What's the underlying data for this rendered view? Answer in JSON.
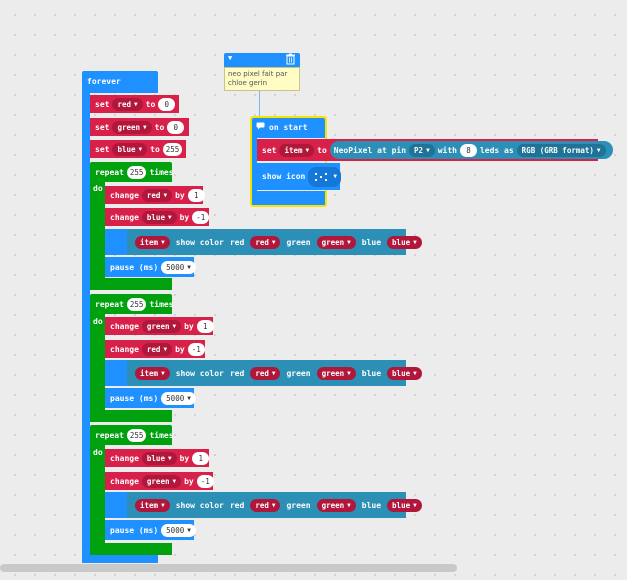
{
  "comment": {
    "text_line1": "neo pixel fait par",
    "text_line2": "chloe gerin",
    "trash_icon": "trash-icon",
    "collapse_icon": "chevron-down-icon"
  },
  "forever": {
    "label": "forever",
    "sets": [
      {
        "set": "set",
        "var": "red",
        "to": "to",
        "value": "0"
      },
      {
        "set": "set",
        "var": "green",
        "to": "to",
        "value": "0"
      },
      {
        "set": "set",
        "var": "blue",
        "to": "to",
        "value": "255"
      }
    ],
    "loops": [
      {
        "repeat": "repeat",
        "count": "255",
        "times": "times",
        "do": "do",
        "changes": [
          {
            "change": "change",
            "var": "red",
            "by": "by",
            "value": "1"
          },
          {
            "change": "change",
            "var": "blue",
            "by": "by",
            "value": "-1"
          }
        ],
        "show_color": {
          "item": "item",
          "label": "show color",
          "red_label": "red",
          "red_var": "red",
          "green_label": "green",
          "green_var": "green",
          "blue_label": "blue",
          "blue_var": "blue"
        },
        "pause": {
          "label": "pause (ms)",
          "value": "5000"
        }
      },
      {
        "repeat": "repeat",
        "count": "255",
        "times": "times",
        "do": "do",
        "changes": [
          {
            "change": "change",
            "var": "green",
            "by": "by",
            "value": "1"
          },
          {
            "change": "change",
            "var": "red",
            "by": "by",
            "value": "-1"
          }
        ],
        "show_color": {
          "item": "item",
          "label": "show color",
          "red_label": "red",
          "red_var": "red",
          "green_label": "green",
          "green_var": "green",
          "blue_label": "blue",
          "blue_var": "blue"
        },
        "pause": {
          "label": "pause (ms)",
          "value": "5000"
        }
      },
      {
        "repeat": "repeat",
        "count": "255",
        "times": "times",
        "do": "do",
        "changes": [
          {
            "change": "change",
            "var": "blue",
            "by": "by",
            "value": "1"
          },
          {
            "change": "change",
            "var": "green",
            "by": "by",
            "value": "-1"
          }
        ],
        "show_color": {
          "item": "item",
          "label": "show color",
          "red_label": "red",
          "red_var": "red",
          "green_label": "green",
          "green_var": "green",
          "blue_label": "blue",
          "blue_var": "blue"
        },
        "pause": {
          "label": "pause (ms)",
          "value": "5000"
        }
      }
    ]
  },
  "on_start": {
    "label": "on start",
    "set": "set",
    "var": "item",
    "to": "to",
    "neopixel": "NeoPixel at pin",
    "pin": "P2",
    "with": "with",
    "count": "8",
    "leds_as": "leds as",
    "format": "RGB (GRB format)",
    "show_icon": "show icon"
  },
  "colors": {
    "basic": "#1e90ff",
    "variables": "#d8214a",
    "loops": "#00a00e",
    "neopixel": "#2b8fb6",
    "comment": "#fffcc4"
  }
}
